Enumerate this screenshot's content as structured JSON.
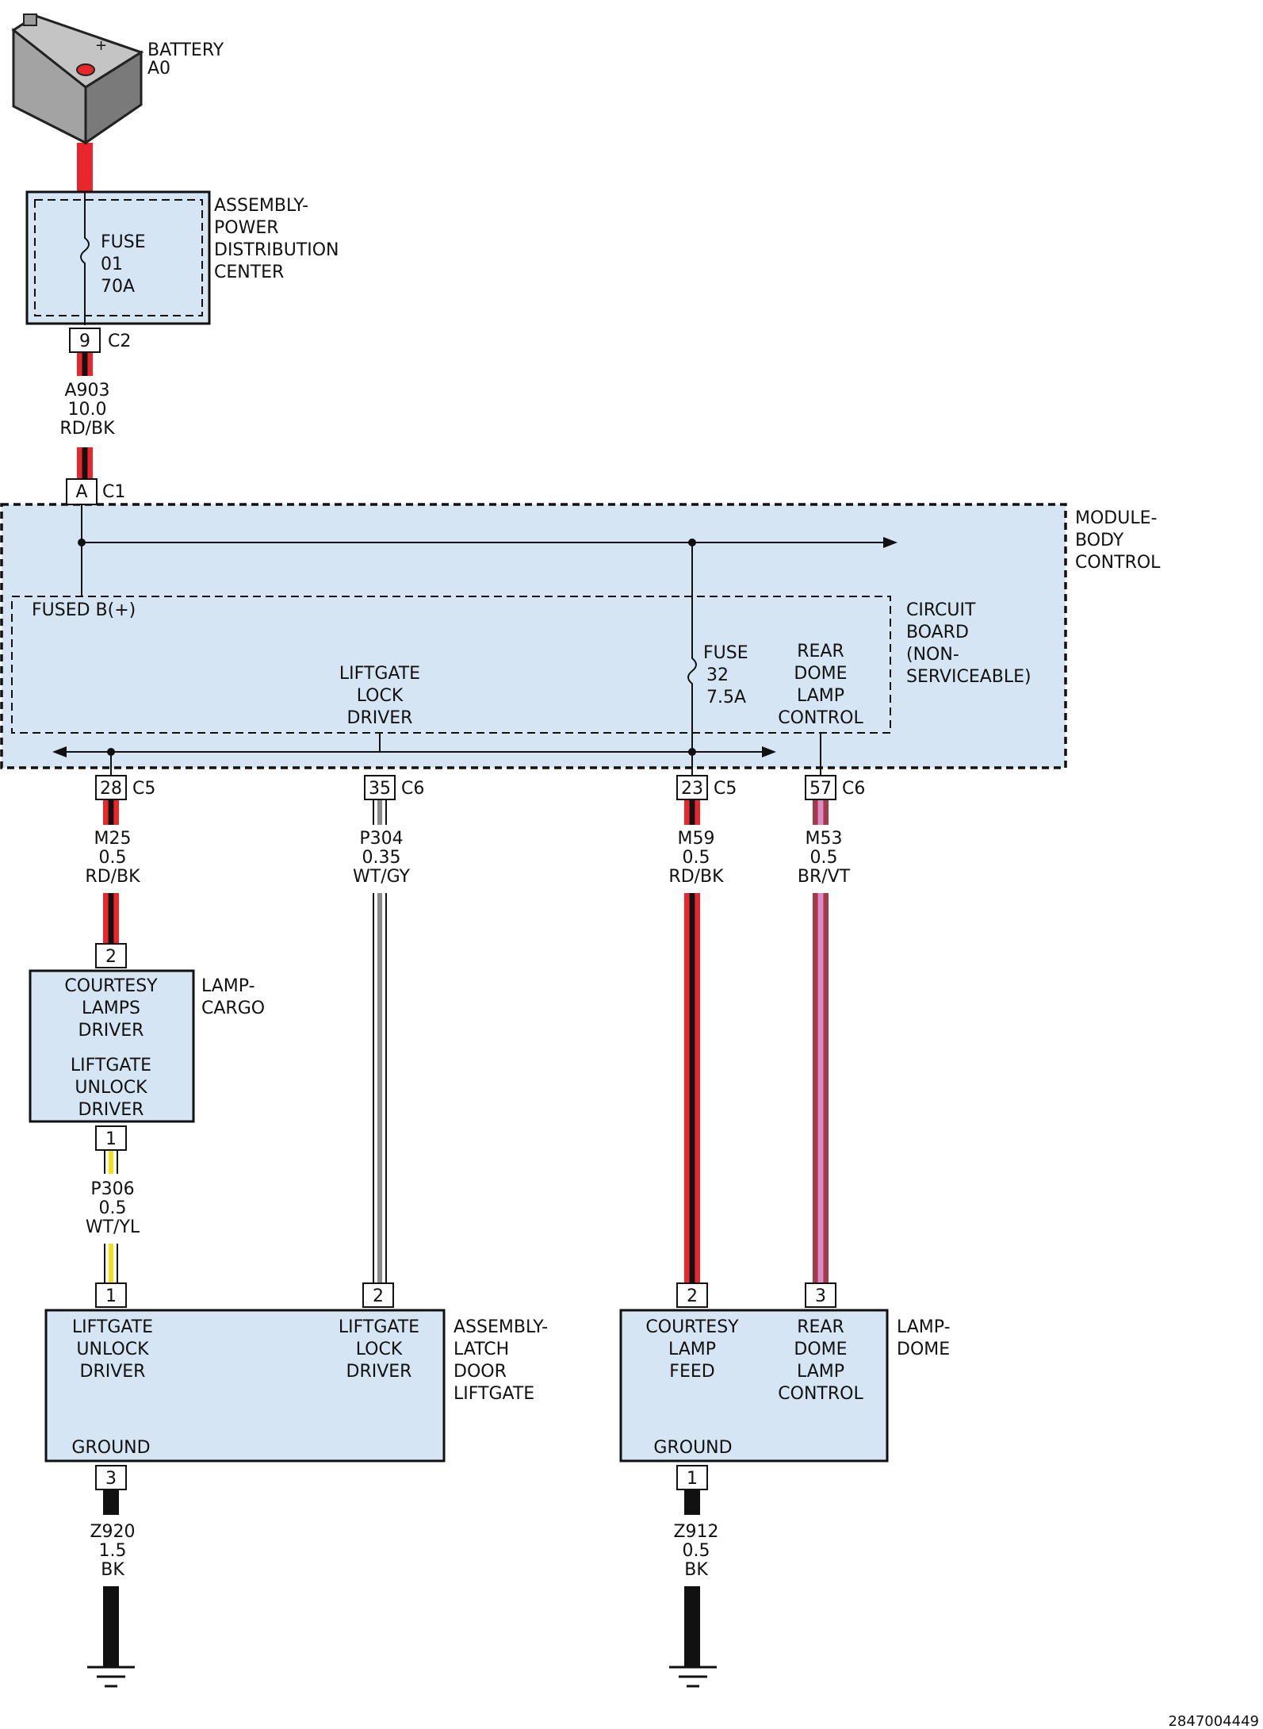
{
  "battery": {
    "name": "BATTERY",
    "id": "A0"
  },
  "pdc": {
    "name": [
      "ASSEMBLY-",
      "POWER",
      "DISTRIBUTION",
      "CENTER"
    ],
    "fuse": [
      "FUSE",
      "01",
      "70A"
    ],
    "pin": "9",
    "connector": "C2"
  },
  "wire_a903": {
    "circuit": "A903",
    "gauge": "10.0",
    "color": "RD/BK",
    "primary": "#e8262c",
    "stripe": "#111111"
  },
  "bcm": {
    "input_pin": "A",
    "input_connector": "C1",
    "name": [
      "MODULE-",
      "BODY",
      "CONTROL"
    ],
    "board_name": [
      "CIRCUIT",
      "BOARD",
      "(NON-",
      "SERVICEABLE)"
    ],
    "fused": "FUSED B(+)",
    "liftgate_lock": [
      "LIFTGATE",
      "LOCK",
      "DRIVER"
    ],
    "fuse32": [
      "FUSE",
      "32",
      "7.5A"
    ],
    "rear_dome": [
      "REAR",
      "DOME",
      "LAMP",
      "CONTROL"
    ]
  },
  "bcm_outputs": [
    {
      "pin": "28",
      "connector": "C5",
      "circuit": "M25",
      "gauge": "0.5",
      "color": "RD/BK"
    },
    {
      "pin": "35",
      "connector": "C6",
      "circuit": "P304",
      "gauge": "0.35",
      "color": "WT/GY"
    },
    {
      "pin": "23",
      "connector": "C5",
      "circuit": "M59",
      "gauge": "0.5",
      "color": "RD/BK"
    },
    {
      "pin": "57",
      "connector": "C6",
      "circuit": "M53",
      "gauge": "0.5",
      "color": "BR/VT"
    }
  ],
  "wire_colors": {
    "rd_bk": {
      "primary": "#e8262c",
      "stripe": "#111111"
    },
    "wt_gy": {
      "primary": "#ffffff",
      "stripe": "#8a8a8a"
    },
    "br_vt": {
      "primary": "#a33a48",
      "stripe": "#d98ac8"
    },
    "wt_yl": {
      "primary": "#ffffff",
      "stripe": "#f2e318"
    },
    "bk": {
      "primary": "#111111",
      "stripe": "#111111"
    },
    "box_fill": "#d6e5f4"
  },
  "cargo_lamp": {
    "name": [
      "LAMP-",
      "CARGO"
    ],
    "in_pin": "2",
    "out_pin": "1",
    "courtesy": [
      "COURTESY",
      "LAMPS",
      "DRIVER"
    ],
    "unlock": [
      "LIFTGATE",
      "UNLOCK",
      "DRIVER"
    ]
  },
  "wire_p306": {
    "circuit": "P306",
    "gauge": "0.5",
    "color": "WT/YL"
  },
  "latch": {
    "name": [
      "ASSEMBLY-",
      "LATCH",
      "DOOR",
      "LIFTGATE"
    ],
    "pin_unlock": "1",
    "pin_lock": "2",
    "pin_ground": "3",
    "unlock": [
      "LIFTGATE",
      "UNLOCK",
      "DRIVER"
    ],
    "lock": [
      "LIFTGATE",
      "LOCK",
      "DRIVER"
    ],
    "ground": "GROUND"
  },
  "dome_lamp": {
    "name": [
      "LAMP-",
      "DOME"
    ],
    "pin_feed": "2",
    "pin_control": "3",
    "pin_ground": "1",
    "feed": [
      "COURTESY",
      "LAMP",
      "FEED"
    ],
    "control": [
      "REAR",
      "DOME",
      "LAMP",
      "CONTROL"
    ],
    "ground": "GROUND"
  },
  "wire_z920": {
    "circuit": "Z920",
    "gauge": "1.5",
    "color": "BK"
  },
  "wire_z912": {
    "circuit": "Z912",
    "gauge": "0.5",
    "color": "BK"
  },
  "figure_id": "2847004449"
}
